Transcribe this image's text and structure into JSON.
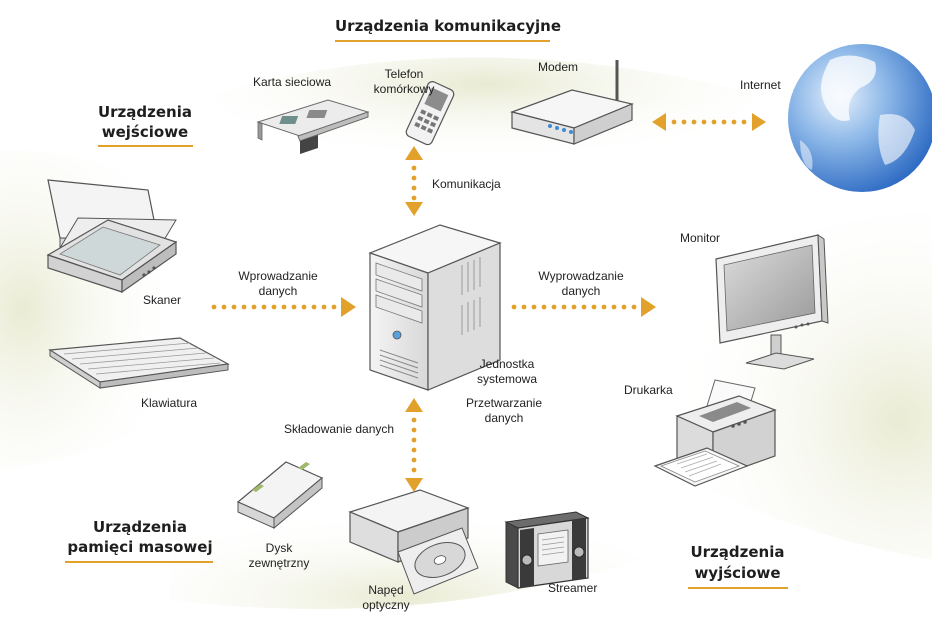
{
  "headings": {
    "communication": "Urządzenia komunikacyjne",
    "input_line1": "Urządzenia",
    "input_line2": "wejściowe",
    "storage_line1": "Urządzenia",
    "storage_line2": "pamięci masowej",
    "output_line1": "Urządzenia",
    "output_line2": "wyjściowe"
  },
  "devices": {
    "network_card": "Karta sieciowa",
    "phone_line1": "Telefon",
    "phone_line2": "komórkowy",
    "modem": "Modem",
    "internet": "Internet",
    "scanner": "Skaner",
    "keyboard": "Klawiatura",
    "monitor": "Monitor",
    "printer": "Drukarka",
    "disk_line1": "Dysk",
    "disk_line2": "zewnętrzny",
    "optical_line1": "Napęd",
    "optical_line2": "optyczny",
    "streamer": "Streamer",
    "system_unit_line1": "Jednostka",
    "system_unit_line2": "systemowa"
  },
  "flows": {
    "communication": "Komunikacja",
    "input_line1": "Wprowadzanie",
    "input_line2": "danych",
    "output_line1": "Wyprowadzanie",
    "output_line2": "danych",
    "storage": "Składowanie danych",
    "processing_line1": "Przetwarzanie",
    "processing_line2": "danych"
  },
  "colors": {
    "accent": "#e1a12a",
    "background_blob": "#eef0dd",
    "globe": "#3f7fd4"
  }
}
